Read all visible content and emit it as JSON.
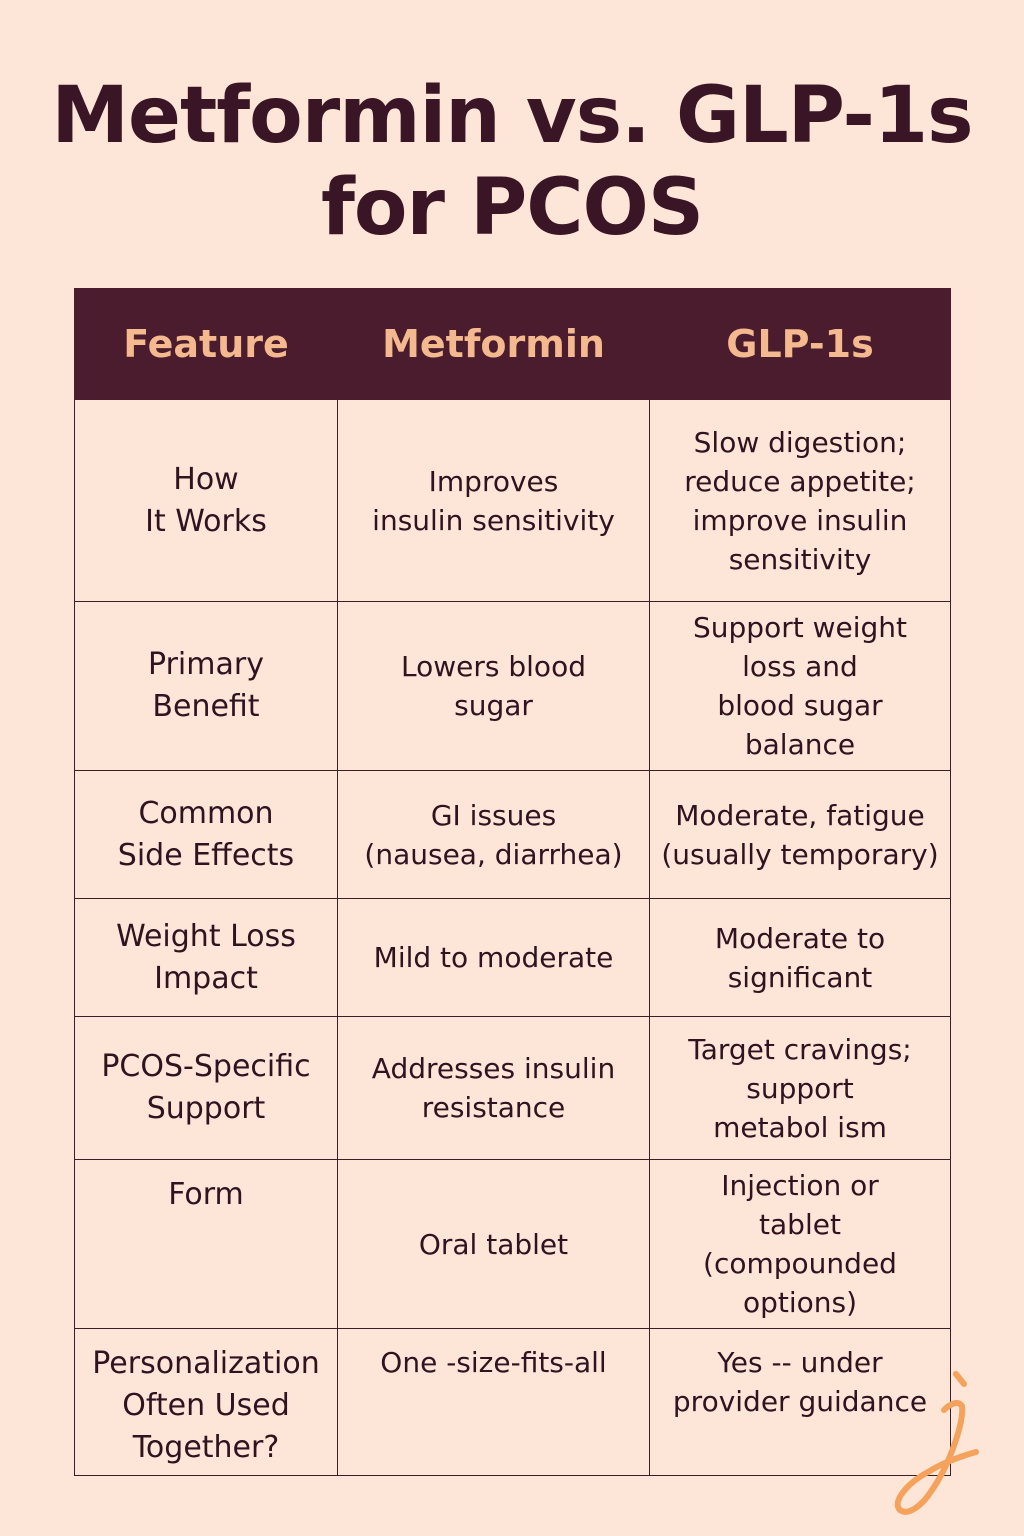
{
  "title": {
    "line1": "Metformin vs. GLP-1s",
    "line2": "for PCOS"
  },
  "table": {
    "headers": [
      "Feature",
      "Metformin",
      "GLP-1s"
    ],
    "rows": [
      [
        "How\nIt Works",
        "Improves\ninsulin sensitivity",
        "Slow digestion;\nreduce appetite;\nimprove insulin\nsensitivity"
      ],
      [
        "Primary\nBenefit",
        "Lowers blood\nsugar",
        "Support weight\nloss and\nblood sugar balance"
      ],
      [
        "Common\nSide Effects",
        "GI issues\n(nausea, diarrhea)",
        "Moderate, fatigue\n(usually temporary)"
      ],
      [
        "Weight Loss\nImpact",
        "Mild to moderate",
        "Moderate to\nsignificant"
      ],
      [
        "PCOS-Specific\nSupport",
        "Addresses insulin\nresistance",
        "Target cravings;\nsupport\nmetabol ism"
      ],
      [
        "Form",
        "Oral tablet",
        "Injection or\ntablet (compounded\noptions)"
      ],
      [
        "Personalization\nOften Used\nTogether?",
        "One -size-fits-all",
        "Yes -- under\nprovider guidance"
      ]
    ]
  },
  "colors": {
    "background": "#fde6d8",
    "header_bg": "#4a1c2d",
    "header_text": "#f4b98f",
    "text": "#2e1420",
    "logo": "#f4a25c"
  },
  "logo_icon": "j-script-logo-icon"
}
